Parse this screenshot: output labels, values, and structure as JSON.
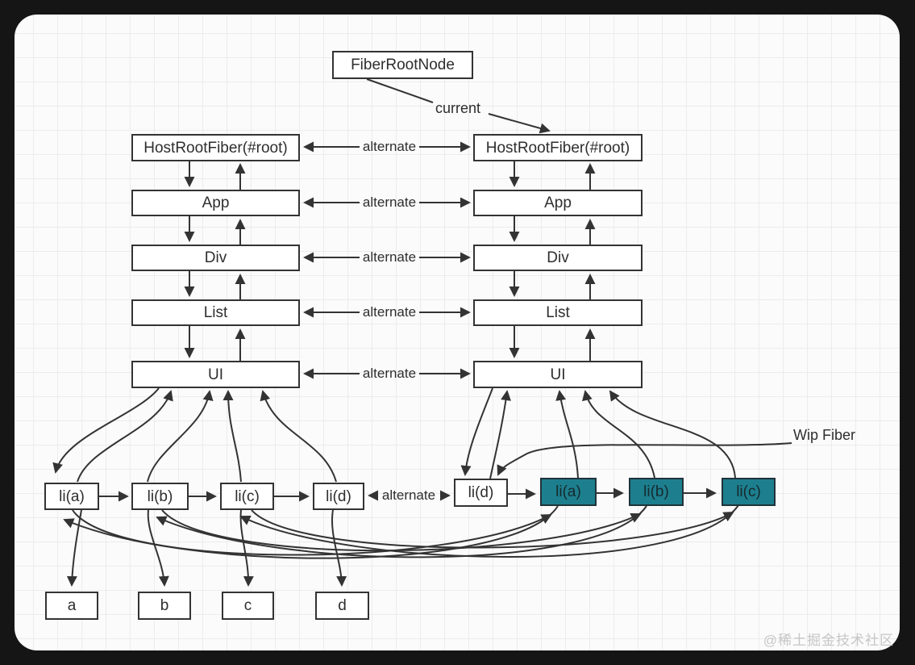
{
  "diagram": {
    "title_box": "FiberRootNode",
    "labels": {
      "current": "current",
      "alternate": "alternate",
      "wip_fiber": "Wip Fiber"
    },
    "current_tree": [
      "HostRootFiber(#root)",
      "App",
      "Div",
      "List",
      "UI"
    ],
    "wip_tree": [
      "HostRootFiber(#root)",
      "App",
      "Div",
      "List",
      "UI"
    ],
    "current_list": [
      "li(a)",
      "li(b)",
      "li(c)",
      "li(d)"
    ],
    "wip_list": [
      "li(d)",
      "li(a)",
      "li(b)",
      "li(c)"
    ],
    "dom_nodes": [
      "a",
      "b",
      "c",
      "d"
    ],
    "colors": {
      "wip_fill": "#1d7f8e",
      "box_border": "#333333",
      "line": "#333333",
      "canvas_bg": "#fbfbfb",
      "grid_line": "#ececec",
      "frame_bg": "#151515"
    },
    "watermark": "@稀土掘金技术社区"
  }
}
